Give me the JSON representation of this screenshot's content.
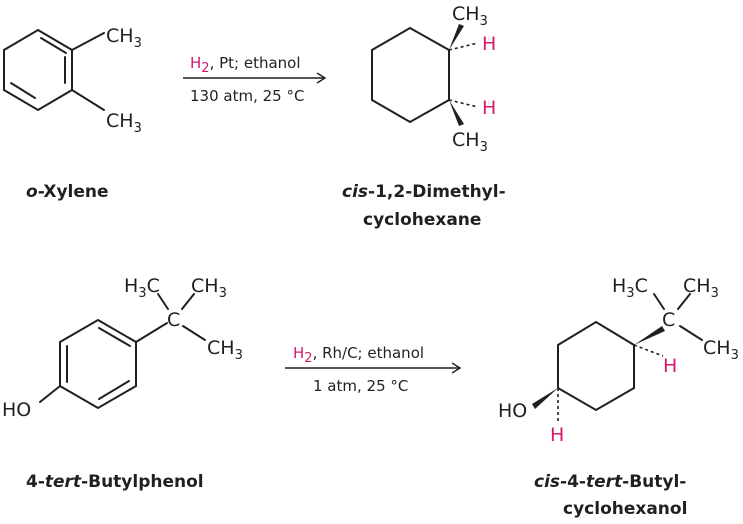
{
  "reaction1": {
    "reactant_name": {
      "italic": "o",
      "rest": "-Xylene"
    },
    "reagent_h2": "H",
    "reagent_h2_sub": "2",
    "reagent_rest": ", Pt; ethanol",
    "conditions": "130 atm, 25 °C",
    "product_name": {
      "italic": "cis",
      "line1_rest": "-1,2-Dimethyl-",
      "line2": "cyclohexane"
    },
    "labels": {
      "ch3": "CH",
      "three": "3",
      "h": "H"
    }
  },
  "reaction2": {
    "reactant_name": {
      "pre": "4-",
      "italic": "tert",
      "rest": "-Butylphenol"
    },
    "reagent_h2": "H",
    "reagent_h2_sub": "2",
    "reagent_rest": ", Rh/C; ethanol",
    "conditions": "1 atm, 25 °C",
    "product_name": {
      "italic1": "cis",
      "mid": "-4-",
      "italic2": "tert",
      "line1_rest": "-Butyl-",
      "line2": "cyclohexanol"
    },
    "labels": {
      "h3c_h": "H",
      "h3c_c": "C",
      "three": "3",
      "ch3": "CH",
      "c": "C",
      "ho": "HO",
      "h": "H"
    }
  },
  "colors": {
    "highlight": "#d6196b",
    "ink": "#231f20"
  }
}
